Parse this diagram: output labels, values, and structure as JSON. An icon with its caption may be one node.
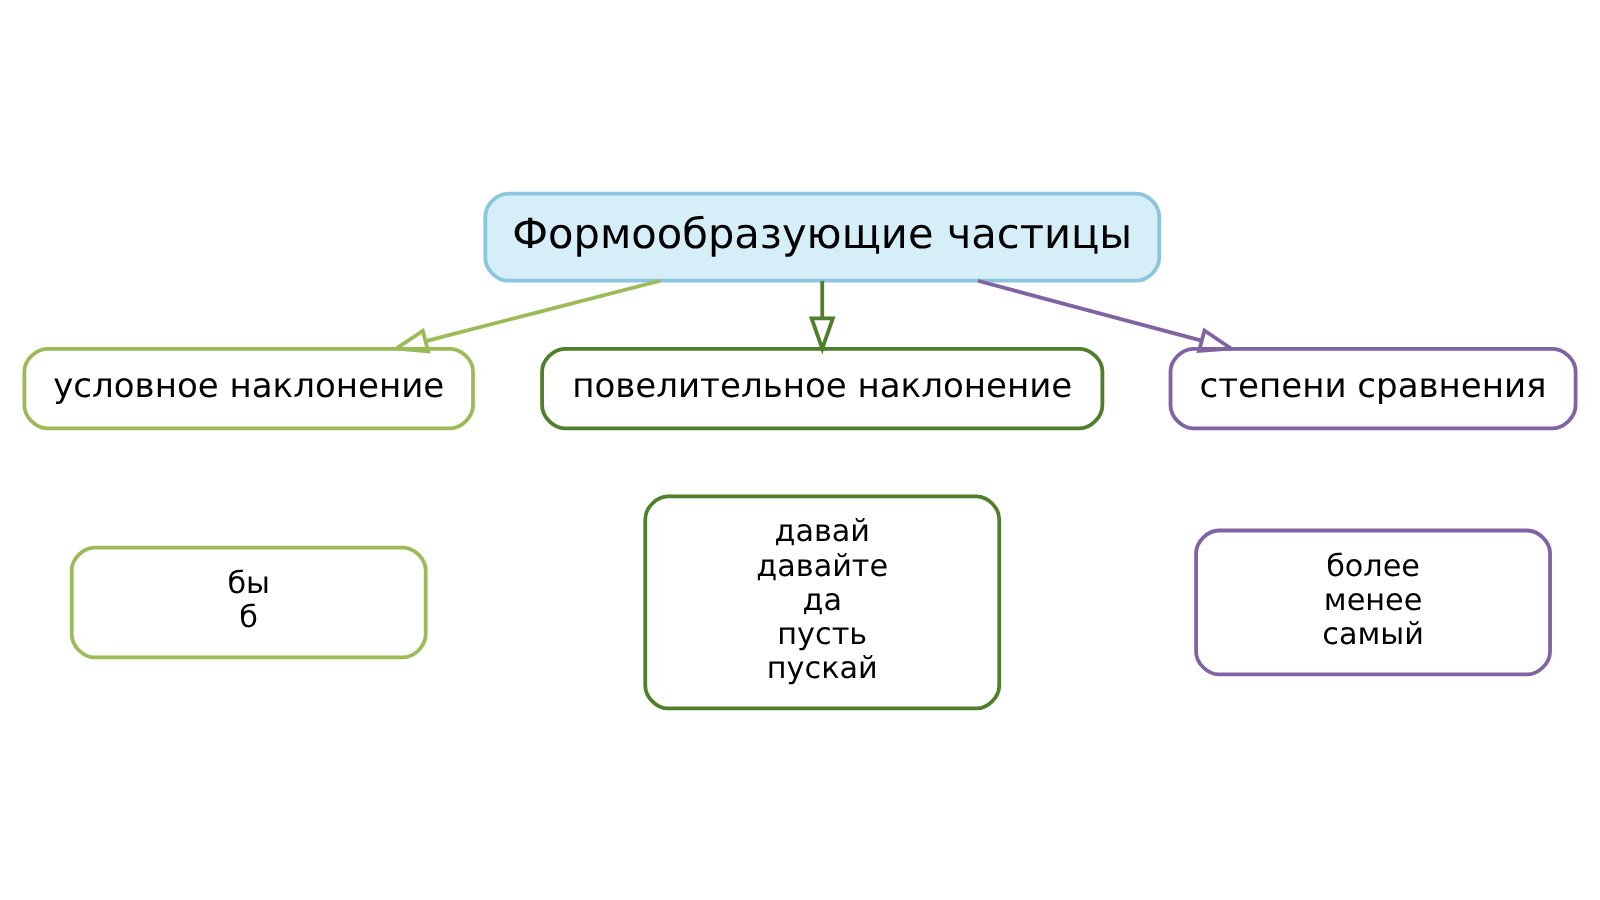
{
  "diagram": {
    "nodes": [
      {
        "text": [
          "Формообразующие частицы"
        ]
      },
      {
        "text": [
          "условное наклонение"
        ]
      },
      {
        "text": [
          "повелительное наклонение"
        ]
      },
      {
        "text": [
          "степени сравнения"
        ]
      },
      {
        "text": [
          "бы",
          "б"
        ]
      },
      {
        "text": [
          "давай",
          "давайте",
          "да",
          "пусть",
          "пускай"
        ]
      },
      {
        "text": [
          "более",
          "менее",
          "самый"
        ]
      }
    ],
    "edges": [
      {
        "from": 0,
        "to": 1,
        "arrow": "to",
        "color": "#9bbb59"
      },
      {
        "from": 0,
        "to": 2,
        "arrow": "to",
        "color": "#4f7f2a"
      },
      {
        "from": 0,
        "to": 3,
        "arrow": "to",
        "color": "#8064a2"
      }
    ]
  }
}
